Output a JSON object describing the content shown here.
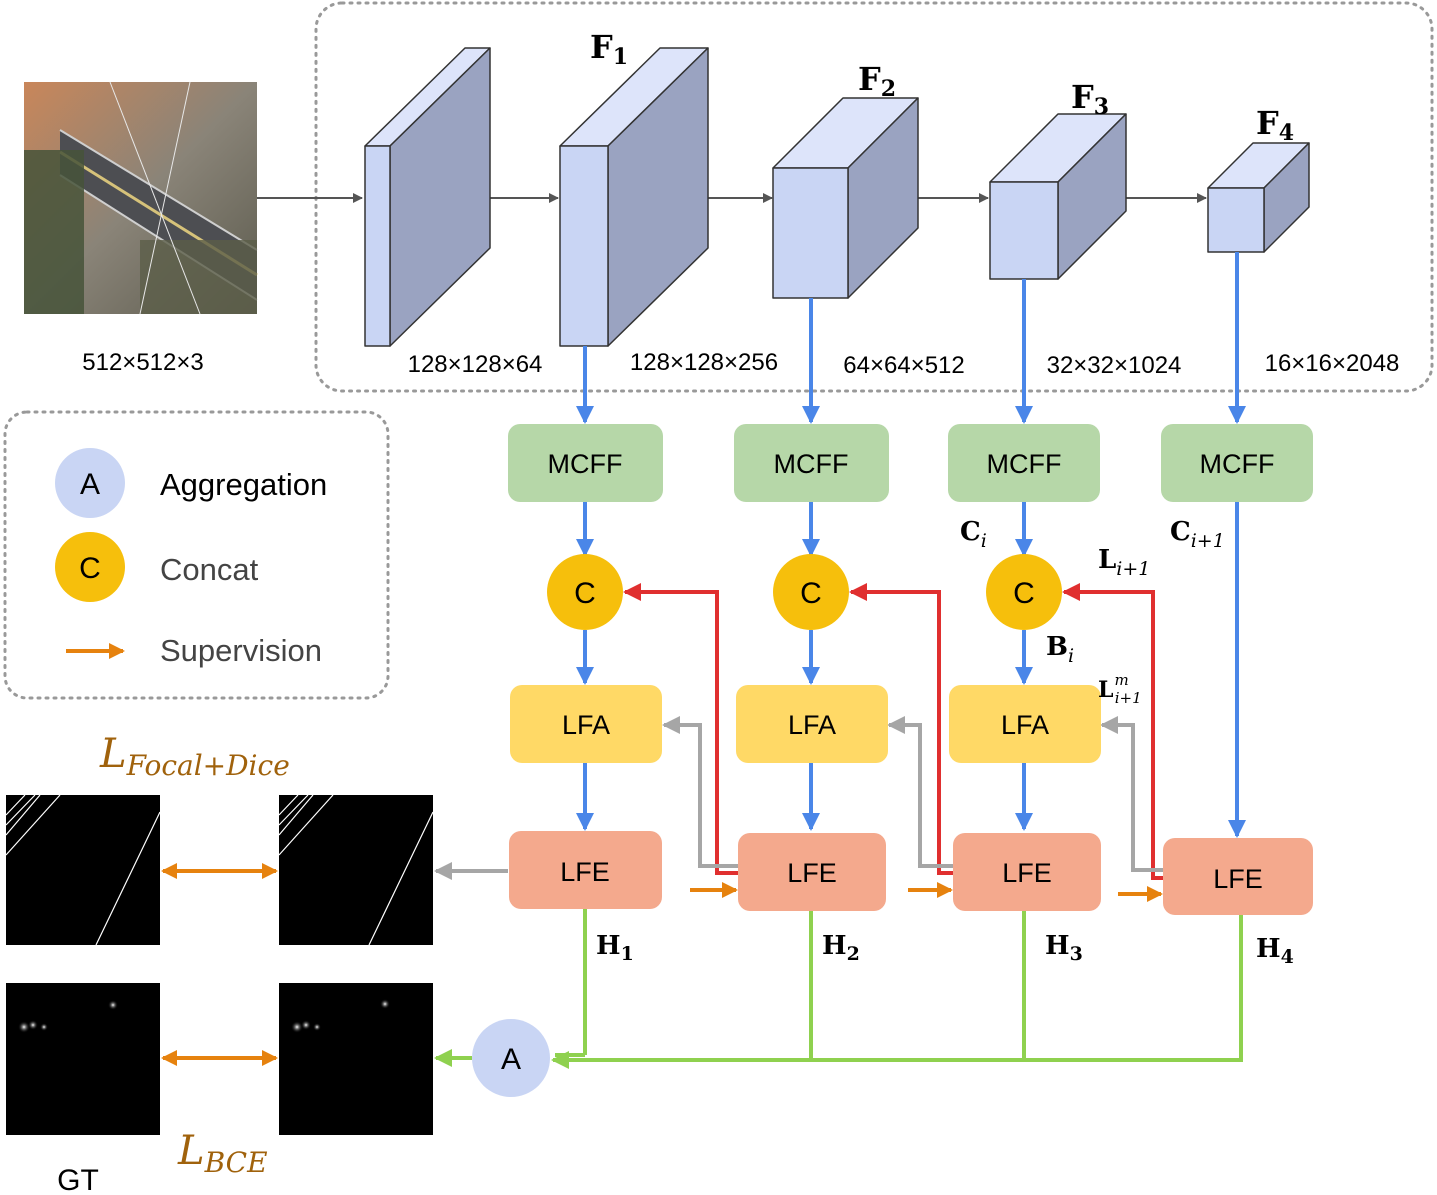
{
  "input": {
    "dims": "512×512×3"
  },
  "encoder": {
    "features": [
      "F",
      "F",
      "F",
      "F"
    ],
    "feature_subscripts": [
      "1",
      "2",
      "3",
      "4"
    ],
    "dims": [
      "128×128×64",
      "128×128×256",
      "64×64×512",
      "32×32×1024",
      "16×16×2048"
    ]
  },
  "legend": {
    "aggregation_symbol": "A",
    "aggregation_label": "Aggregation",
    "concat_symbol": "C",
    "concat_label": "Concat",
    "supervision_label": "Supervision"
  },
  "modules": {
    "mcff": "MCFF",
    "concat": "C",
    "lfa": "LFA",
    "lfe": "LFE",
    "aggregate": "A"
  },
  "outputs": {
    "heads": [
      "H",
      "H",
      "H",
      "H"
    ],
    "head_subscripts": [
      "1",
      "2",
      "3",
      "4"
    ]
  },
  "annotations": {
    "c_i": "C",
    "c_i_sub": "i",
    "c_i1": "C",
    "c_i1_sub": "i+1",
    "b_i": "B",
    "b_i_sub": "i",
    "l_i1": "L",
    "l_i1_sub": "i+1",
    "l_m": "L",
    "l_m_sup": "m",
    "l_m_sub": "i+1"
  },
  "losses": {
    "focal_dice": "L",
    "focal_dice_sub": "Focal+Dice",
    "bce": "L",
    "bce_sub": "BCE"
  },
  "gt_label": "GT",
  "colors": {
    "mcff": "#b6d7a8",
    "concat": "#f6bf0c",
    "lfa": "#ffd966",
    "lfe": "#f4a98d",
    "aggregate": "#c9d5f4",
    "blue_arrow": "#4a86e8",
    "red_arrow": "#e02f2f",
    "gray_arrow": "#a6a6a6",
    "green_line": "#8fd14f",
    "orange_arrow": "#e6820e",
    "block_front": "#c9d5f4",
    "block_side": "#9aa3c1"
  }
}
